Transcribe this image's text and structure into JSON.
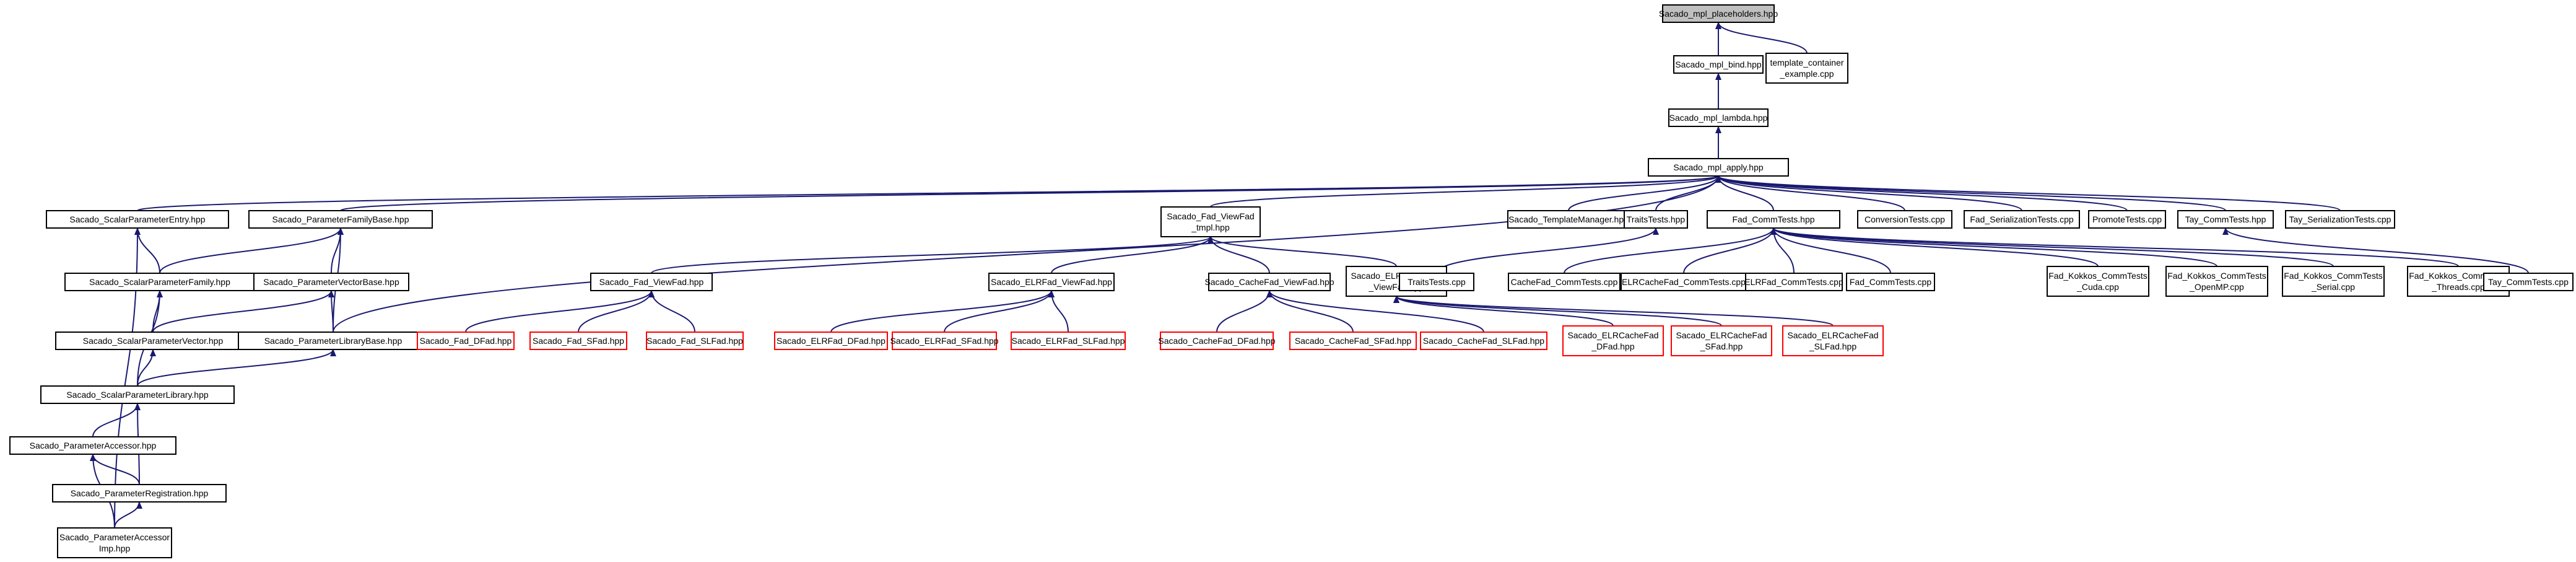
{
  "colors": {
    "background": "#ffffff",
    "root_fill": "#bfbfbf",
    "node_fill": "#ffffff",
    "node_border": "#000000",
    "undocumented_border": "#ff0000",
    "edge": "#191970"
  },
  "nodes": [
    {
      "id": "n0",
      "lines": [
        "Sacado_mpl_placeholders.hpp"
      ],
      "root": true
    },
    {
      "id": "n1",
      "lines": [
        "Sacado_mpl_bind.hpp"
      ]
    },
    {
      "id": "n2",
      "lines": [
        "template_container",
        "_example.cpp"
      ]
    },
    {
      "id": "n3",
      "lines": [
        "Sacado_mpl_lambda.hpp"
      ]
    },
    {
      "id": "n4",
      "lines": [
        "Sacado_mpl_apply.hpp"
      ]
    },
    {
      "id": "n5",
      "lines": [
        "Sacado_ScalarParameterEntry.hpp"
      ]
    },
    {
      "id": "n6",
      "lines": [
        "Sacado_ParameterFamilyBase.hpp"
      ]
    },
    {
      "id": "n7",
      "lines": [
        "Sacado_Fad_ViewFad",
        "_tmpl.hpp"
      ]
    },
    {
      "id": "n8",
      "lines": [
        "Sacado_TemplateManager.hpp"
      ]
    },
    {
      "id": "n9",
      "lines": [
        "TraitsTests.hpp"
      ]
    },
    {
      "id": "n10",
      "lines": [
        "Fad_CommTests.hpp"
      ]
    },
    {
      "id": "n11",
      "lines": [
        "ConversionTests.cpp"
      ]
    },
    {
      "id": "n12",
      "lines": [
        "Fad_SerializationTests.cpp"
      ]
    },
    {
      "id": "n13",
      "lines": [
        "PromoteTests.cpp"
      ]
    },
    {
      "id": "n14",
      "lines": [
        "Tay_CommTests.hpp"
      ]
    },
    {
      "id": "n15",
      "lines": [
        "Tay_SerializationTests.cpp"
      ]
    },
    {
      "id": "n16",
      "lines": [
        "Sacado_ScalarParameterFamily.hpp"
      ]
    },
    {
      "id": "n17",
      "lines": [
        "Sacado_ParameterVectorBase.hpp"
      ]
    },
    {
      "id": "n18",
      "lines": [
        "Sacado_Fad_ViewFad.hpp"
      ]
    },
    {
      "id": "n19",
      "lines": [
        "Sacado_ELRFad_ViewFad.hpp"
      ]
    },
    {
      "id": "n20",
      "lines": [
        "Sacado_CacheFad_ViewFad.hpp"
      ]
    },
    {
      "id": "n21",
      "lines": [
        "Sacado_ELRCacheFad",
        "_ViewFad.hpp"
      ]
    },
    {
      "id": "n22",
      "lines": [
        "TraitsTests.cpp"
      ]
    },
    {
      "id": "n23",
      "lines": [
        "CacheFad_CommTests.cpp"
      ]
    },
    {
      "id": "n24",
      "lines": [
        "ELRCacheFad_CommTests.cpp"
      ]
    },
    {
      "id": "n25",
      "lines": [
        "ELRFad_CommTests.cpp"
      ]
    },
    {
      "id": "n26",
      "lines": [
        "Fad_CommTests.cpp"
      ]
    },
    {
      "id": "n27",
      "lines": [
        "Fad_Kokkos_CommTests",
        "_Cuda.cpp"
      ]
    },
    {
      "id": "n28",
      "lines": [
        "Fad_Kokkos_CommTests",
        "_OpenMP.cpp"
      ]
    },
    {
      "id": "n29",
      "lines": [
        "Fad_Kokkos_CommTests",
        "_Serial.cpp"
      ]
    },
    {
      "id": "n30",
      "lines": [
        "Fad_Kokkos_CommTests",
        "_Threads.cpp"
      ]
    },
    {
      "id": "n31",
      "lines": [
        "Tay_CommTests.cpp"
      ]
    },
    {
      "id": "n32",
      "lines": [
        "Sacado_ScalarParameterVector.hpp"
      ]
    },
    {
      "id": "n33",
      "lines": [
        "Sacado_ParameterLibraryBase.hpp"
      ]
    },
    {
      "id": "n34",
      "lines": [
        "Sacado_Fad_DFad.hpp"
      ],
      "undocumented": true
    },
    {
      "id": "n35",
      "lines": [
        "Sacado_Fad_SFad.hpp"
      ],
      "undocumented": true
    },
    {
      "id": "n36",
      "lines": [
        "Sacado_Fad_SLFad.hpp"
      ],
      "undocumented": true
    },
    {
      "id": "n37",
      "lines": [
        "Sacado_ELRFad_DFad.hpp"
      ],
      "undocumented": true
    },
    {
      "id": "n38",
      "lines": [
        "Sacado_ELRFad_SFad.hpp"
      ],
      "undocumented": true
    },
    {
      "id": "n39",
      "lines": [
        "Sacado_ELRFad_SLFad.hpp"
      ],
      "undocumented": true
    },
    {
      "id": "n40",
      "lines": [
        "Sacado_CacheFad_DFad.hpp"
      ],
      "undocumented": true
    },
    {
      "id": "n41",
      "lines": [
        "Sacado_CacheFad_SFad.hpp"
      ],
      "undocumented": true
    },
    {
      "id": "n42",
      "lines": [
        "Sacado_CacheFad_SLFad.hpp"
      ],
      "undocumented": true
    },
    {
      "id": "n43",
      "lines": [
        "Sacado_ELRCacheFad",
        "_DFad.hpp"
      ],
      "undocumented": true
    },
    {
      "id": "n44",
      "lines": [
        "Sacado_ELRCacheFad",
        "_SFad.hpp"
      ],
      "undocumented": true
    },
    {
      "id": "n45",
      "lines": [
        "Sacado_ELRCacheFad",
        "_SLFad.hpp"
      ],
      "undocumented": true
    },
    {
      "id": "n46",
      "lines": [
        "Sacado_ScalarParameterLibrary.hpp"
      ]
    },
    {
      "id": "n47",
      "lines": [
        "Sacado_ParameterAccessor.hpp"
      ]
    },
    {
      "id": "n48",
      "lines": [
        "Sacado_ParameterRegistration.hpp"
      ]
    },
    {
      "id": "n49",
      "lines": [
        "Sacado_ParameterAccessor",
        "Imp.hpp"
      ]
    }
  ],
  "edges": [
    [
      "n1",
      "n0"
    ],
    [
      "n2",
      "n0"
    ],
    [
      "n3",
      "n1"
    ],
    [
      "n4",
      "n3"
    ],
    [
      "n5",
      "n4"
    ],
    [
      "n6",
      "n4"
    ],
    [
      "n33",
      "n4"
    ],
    [
      "n7",
      "n4"
    ],
    [
      "n8",
      "n4"
    ],
    [
      "n9",
      "n4"
    ],
    [
      "n10",
      "n4"
    ],
    [
      "n11",
      "n4"
    ],
    [
      "n12",
      "n4"
    ],
    [
      "n13",
      "n4"
    ],
    [
      "n14",
      "n4"
    ],
    [
      "n15",
      "n4"
    ],
    [
      "n16",
      "n5"
    ],
    [
      "n49",
      "n5"
    ],
    [
      "n16",
      "n6"
    ],
    [
      "n17",
      "n6"
    ],
    [
      "n33",
      "n6"
    ],
    [
      "n32",
      "n16"
    ],
    [
      "n46",
      "n16"
    ],
    [
      "n32",
      "n17"
    ],
    [
      "n33",
      "n17"
    ],
    [
      "n46",
      "n32"
    ],
    [
      "n46",
      "n33"
    ],
    [
      "n47",
      "n46"
    ],
    [
      "n48",
      "n46"
    ],
    [
      "n49",
      "n47"
    ],
    [
      "n48",
      "n47"
    ],
    [
      "n49",
      "n48"
    ],
    [
      "n18",
      "n7"
    ],
    [
      "n19",
      "n7"
    ],
    [
      "n20",
      "n7"
    ],
    [
      "n21",
      "n7"
    ],
    [
      "n34",
      "n18"
    ],
    [
      "n35",
      "n18"
    ],
    [
      "n36",
      "n18"
    ],
    [
      "n37",
      "n19"
    ],
    [
      "n38",
      "n19"
    ],
    [
      "n39",
      "n19"
    ],
    [
      "n40",
      "n20"
    ],
    [
      "n41",
      "n20"
    ],
    [
      "n42",
      "n20"
    ],
    [
      "n43",
      "n21"
    ],
    [
      "n44",
      "n21"
    ],
    [
      "n45",
      "n21"
    ],
    [
      "n22",
      "n9"
    ],
    [
      "n23",
      "n10"
    ],
    [
      "n24",
      "n10"
    ],
    [
      "n25",
      "n10"
    ],
    [
      "n26",
      "n10"
    ],
    [
      "n27",
      "n10"
    ],
    [
      "n28",
      "n10"
    ],
    [
      "n29",
      "n10"
    ],
    [
      "n30",
      "n10"
    ],
    [
      "n31",
      "n14"
    ]
  ]
}
